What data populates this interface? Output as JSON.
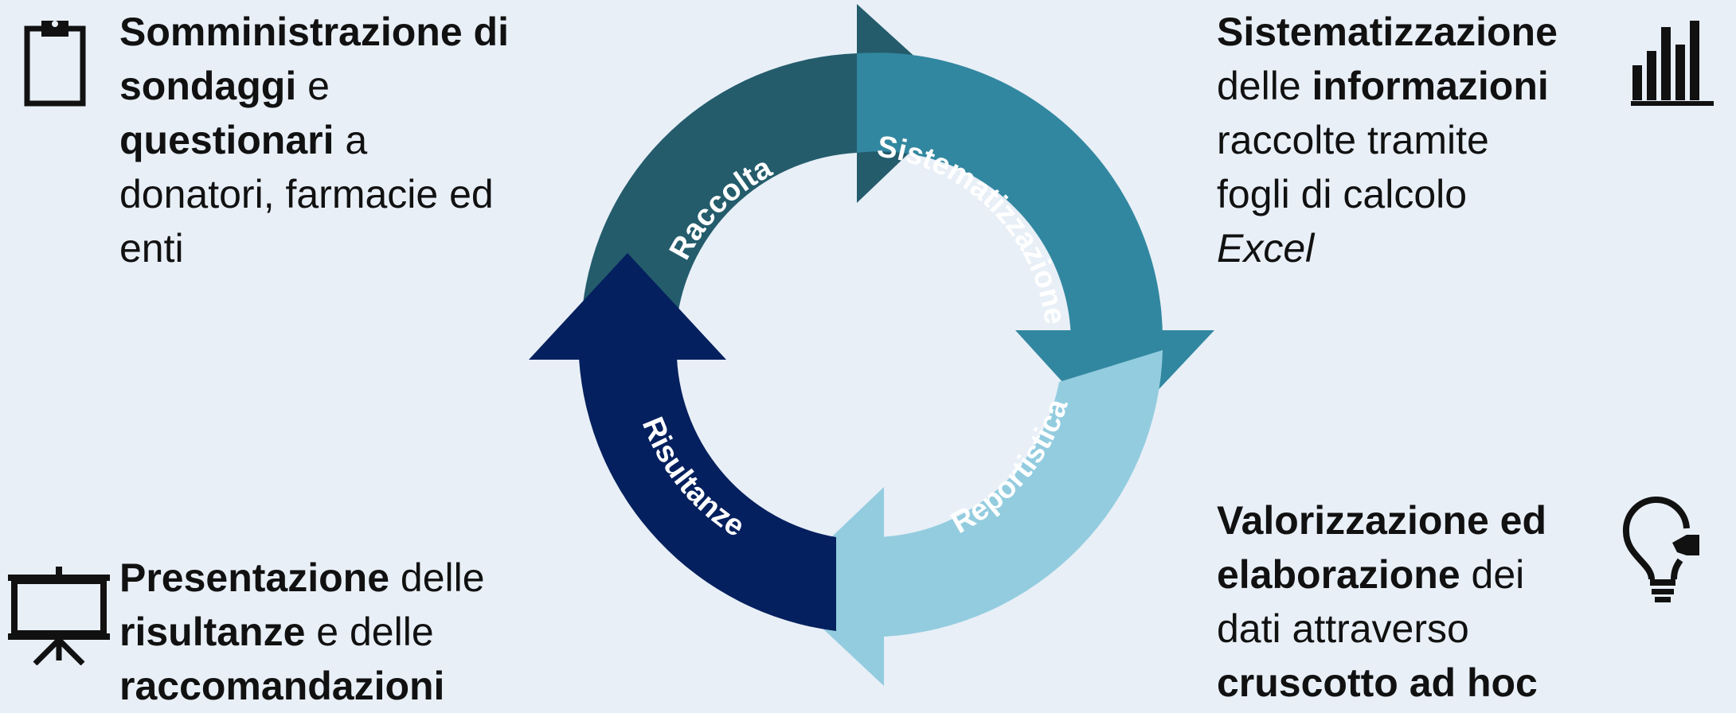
{
  "cycle": {
    "segments": [
      {
        "label": "Raccolta",
        "color": "#245c6c"
      },
      {
        "label": "Sistematizzazione",
        "color": "#3287a0"
      },
      {
        "label": "Reportistica",
        "color": "#93ccdf"
      },
      {
        "label": "Risultanze",
        "color": "#04205e"
      }
    ]
  },
  "blocks": {
    "top_left": {
      "icon": "clipboard-icon",
      "l1a": "Somministrazione di",
      "l2a": "sondaggi",
      "l2b": " e",
      "l3a": "questionari",
      "l3b": " a",
      "l4": "donatori, farmacie ed",
      "l5": "enti"
    },
    "top_right": {
      "icon": "bar-chart-icon",
      "l1": "Sistematizzazione",
      "l2a": "delle ",
      "l2b": "informazioni",
      "l3": "raccolte tramite",
      "l4": "fogli di calcolo",
      "l5": "Excel"
    },
    "bottom_left": {
      "icon": "presentation-board-icon",
      "l1a": "Presentazione",
      "l1b": " delle",
      "l2a": "risultanze",
      "l2b": " e delle",
      "l3": "raccomandazioni"
    },
    "bottom_right": {
      "icon": "lightbulb-icon",
      "l1": "Valorizzazione ed",
      "l2a": "elaborazione",
      "l2b": " dei",
      "l3": "dati attraverso",
      "l4": "cruscotto ad hoc"
    }
  }
}
